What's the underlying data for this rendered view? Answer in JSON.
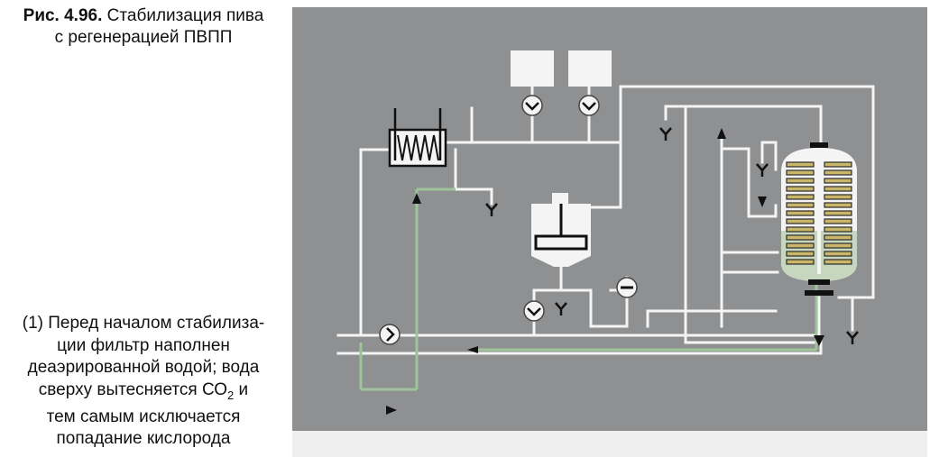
{
  "caption": {
    "figure_number": "Рис. 4.96.",
    "title_line1": "Стабилизация пива",
    "title_line2": "с регенерацией ПВПП"
  },
  "note": {
    "line1": "(1) Перед началом стабилиза-",
    "line2": "ции фильтр наполнен",
    "line3": "деаэрированной водой; вода",
    "line4_pre": "сверху вытесняется СО",
    "line4_sub": "2",
    "line4_post": " и",
    "line5": "тем самым исключается",
    "line6": "попадание кислорода"
  },
  "colors": {
    "panel_bg": "#8f9092",
    "pipe": "#f4f4f4",
    "green_pipe": "#9fc49a",
    "resin_band": "#c9b66a",
    "dark_band": "#2a2a2a",
    "arrow": "#111111"
  }
}
